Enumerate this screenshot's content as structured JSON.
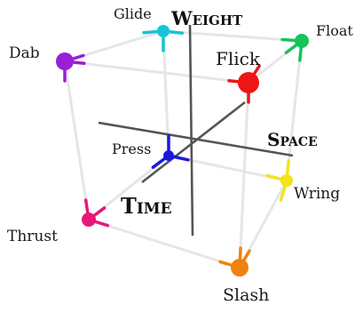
{
  "axes": {
    "weight": "Weight",
    "space": "Space",
    "time": "Time"
  },
  "nodes": {
    "glide": {
      "label": "Glide",
      "color": "#17c4d6"
    },
    "float": {
      "label": "Float",
      "color": "#16c45a"
    },
    "dab": {
      "label": "Dab",
      "color": "#9a1fd6"
    },
    "flick": {
      "label": "Flick",
      "color": "#ee1515"
    },
    "press": {
      "label": "Press",
      "color": "#1a1ae0"
    },
    "wring": {
      "label": "Wring",
      "color": "#f2e41a"
    },
    "thrust": {
      "label": "Thrust",
      "color": "#e8177a"
    },
    "slash": {
      "label": "Slash",
      "color": "#f0820f"
    }
  },
  "colors": {
    "edge": "#e6e6e6",
    "axis": "#555555"
  }
}
